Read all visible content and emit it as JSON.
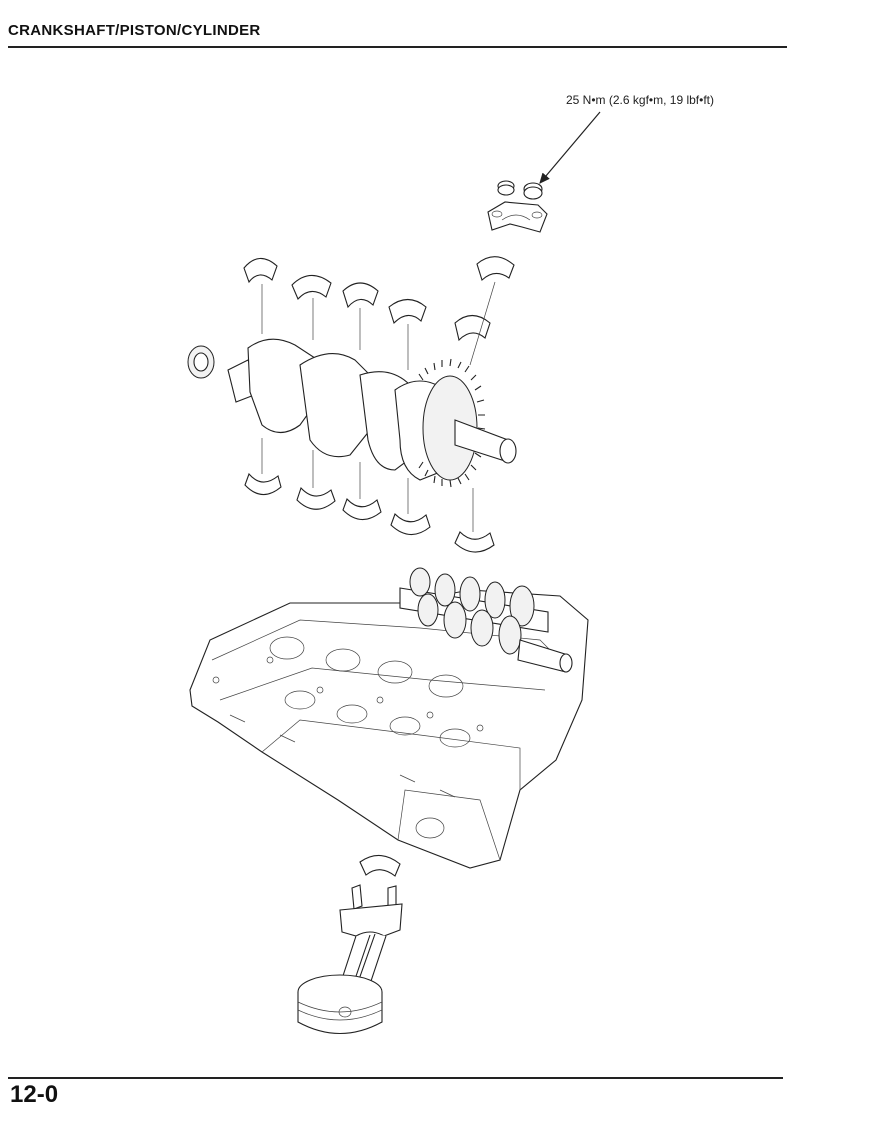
{
  "header": {
    "title": "CRANKSHAFT/PISTON/CYLINDER"
  },
  "callout": {
    "torque_spec": "25 N•m (2.6 kgf•m, 19 lbf•ft)"
  },
  "footer": {
    "page_number": "12-0"
  }
}
